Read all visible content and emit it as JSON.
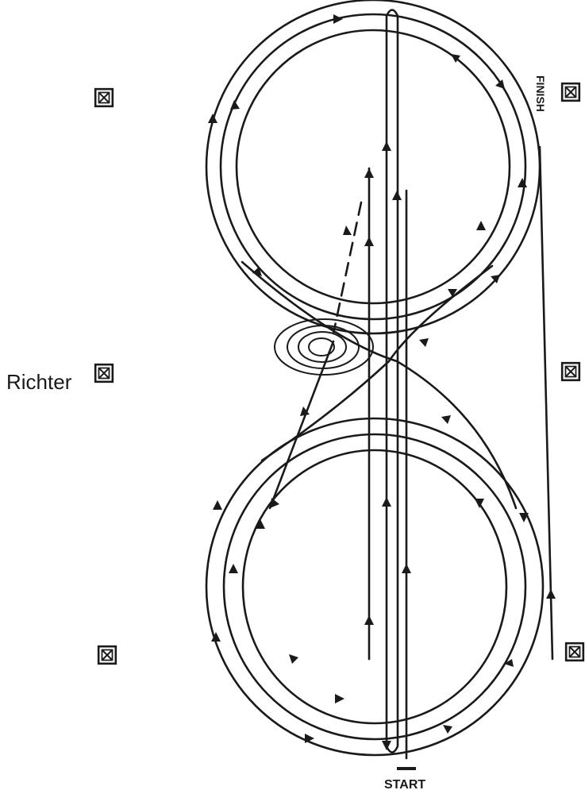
{
  "labels": {
    "judge": "Richter",
    "start": "START",
    "finish": "FINISH"
  },
  "marker_icon": "boxed-x-marker-icon",
  "ink_color": "#1a1a1a",
  "background_color": "#ffffff"
}
